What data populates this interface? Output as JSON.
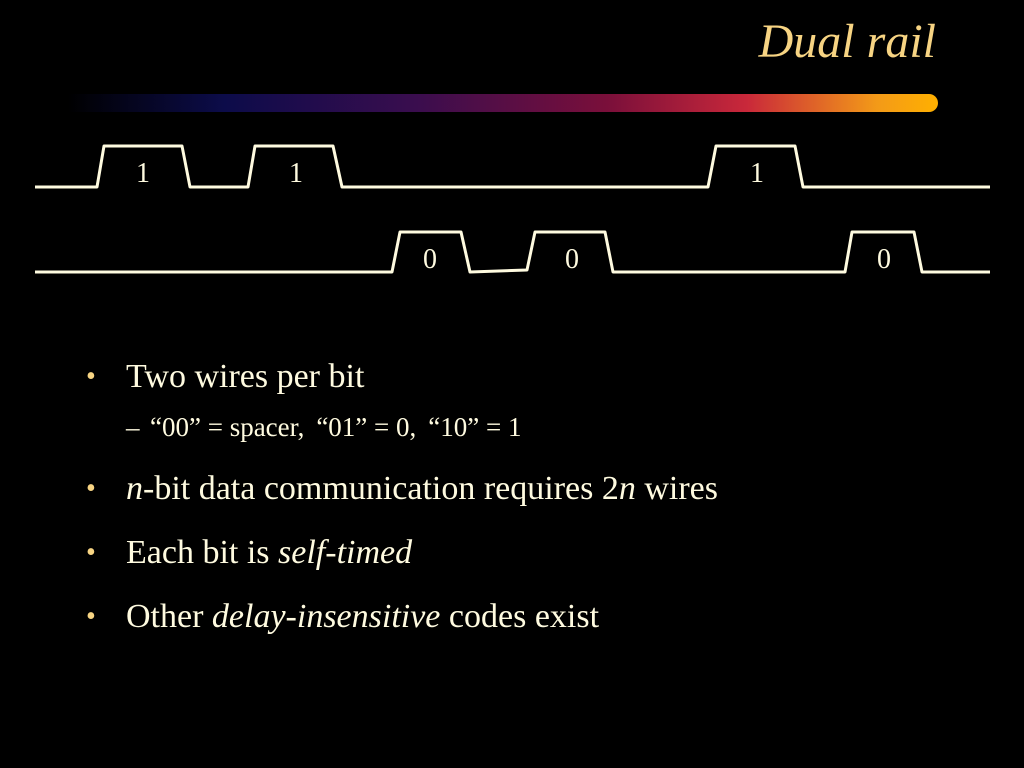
{
  "slide": {
    "title": "Dual rail",
    "colors": {
      "title": "#f7d483",
      "text": "#fffbe0",
      "waveform": "#fffbe0",
      "background": "#000000"
    }
  },
  "waveforms": {
    "rail_1": {
      "pulse_labels": [
        "1",
        "1",
        "1"
      ]
    },
    "rail_0": {
      "pulse_labels": [
        "0",
        "0",
        "0"
      ]
    }
  },
  "bullets": {
    "b1": {
      "text": "Two wires per bit"
    },
    "sub1": {
      "part1": "“00” = spacer,",
      "part2": "“01” = 0,",
      "part3": "“10” = 1"
    },
    "b2": {
      "var": "n",
      "mid": "-bit data communication requires 2",
      "var2": "n",
      "end": " wires"
    },
    "b3": {
      "start": "Each bit is ",
      "em": "self-timed"
    },
    "b4": {
      "start": "Other ",
      "em": "delay-insensitive",
      "end": " codes exist"
    }
  }
}
